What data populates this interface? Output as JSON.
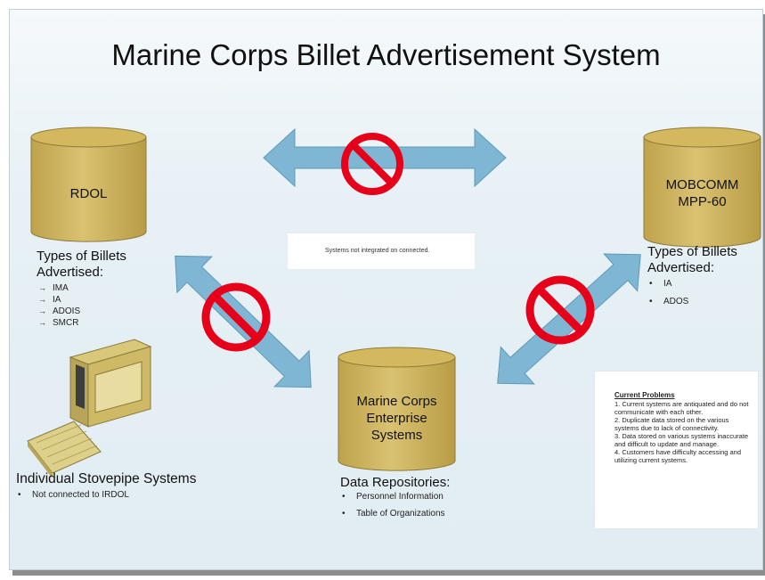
{
  "title": "Marine Corps Billet Advertisement System",
  "colors": {
    "cylinder": "#d2b864",
    "cylinder_top": "#c9ad55",
    "arrow": "#7fb6d4",
    "no_sign": "#e6001a"
  },
  "rdol": {
    "label": "RDOL",
    "heading_line1": "Types of Billets",
    "heading_line2": "Advertised:",
    "items": [
      "IMA",
      "IA",
      "ADOIS",
      "SMCR"
    ]
  },
  "mobcomm": {
    "label_line1": "MOBCOMM",
    "label_line2": "MPP-60",
    "heading_line1": "Types of Billets",
    "heading_line2": "Advertised:",
    "items": [
      "IA",
      "ADOS"
    ]
  },
  "enterprise": {
    "label_line1": "Marine Corps",
    "label_line2": "Enterprise",
    "label_line3": "Systems",
    "heading": "Data Repositories:",
    "items": [
      "Personnel Information",
      "Table of Organizations"
    ]
  },
  "stovepipe": {
    "heading": "Individual Stovepipe Systems",
    "items": [
      "Not connected to IRDOL"
    ]
  },
  "warning": {
    "text": "Systems not integrated on connected."
  },
  "problems": {
    "title": "Current Problems",
    "lines": [
      "1. Current systems are antiquated and do not communicate with each other.",
      "2. Duplicate data stored on the various systems due to lack of connectivity.",
      "3. Data stored on various systems inaccurate and difficult to update and manage.",
      "4. Customers have difficulty accessing and utilizing current systems."
    ]
  }
}
